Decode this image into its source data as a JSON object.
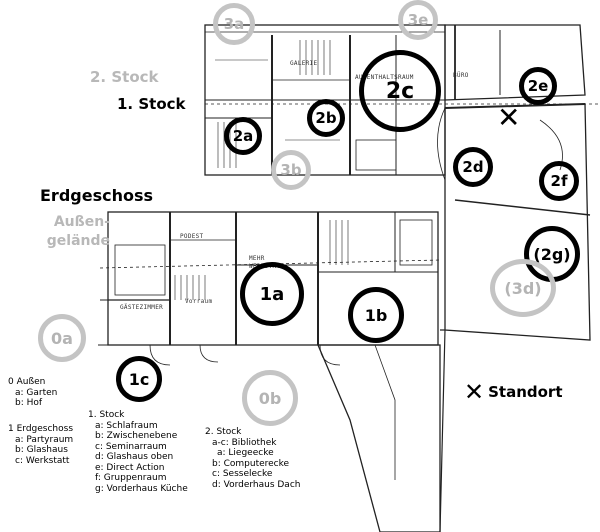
{
  "floor_labels": {
    "second_floor": "2. Stock",
    "first_floor": "1. Stock",
    "ground_floor": "Erdgeschoss",
    "outside_line1": "Außen-",
    "outside_line2": "gelände"
  },
  "markers": {
    "m3a": "3a",
    "m3e": "3e",
    "m2c": "2c",
    "m2e": "2e",
    "m2a": "2a",
    "m2b": "2b",
    "m3b": "3b",
    "m2d": "2d",
    "m2f": "2f",
    "m2g": "(2g)",
    "m3d": "(3d)",
    "m1a": "1a",
    "m1b": "1b",
    "m0a": "0a",
    "m1c": "1c",
    "m0b": "0b"
  },
  "plan_text": {
    "aufenthaltsraum": "AUFENTHALTSRAUM",
    "buero": "BÜRO",
    "podest": "PODEST",
    "werkstatt_a": "MEHR",
    "werkstatt_b": "WERKSTATT",
    "vorraum": "Vorraum",
    "gastezimmer": "GÄSTEZIMMER",
    "galerie": "GALERIE"
  },
  "legend_outside": {
    "title": "0 Außen",
    "items": [
      "a: Garten",
      "b: Hof"
    ]
  },
  "legend_ground": {
    "title": "1 Erdgeschoss",
    "items": [
      "a: Partyraum",
      "b: Glashaus",
      "c: Werkstatt"
    ]
  },
  "legend_first": {
    "title": "1. Stock",
    "items": [
      "a: Schlafraum",
      "b: Zwischenebene",
      "c: Seminarraum",
      "d: Glashaus oben",
      "e: Direct Action",
      "f: Gruppenraum",
      "g: Vorderhaus Küche"
    ]
  },
  "legend_second": {
    "title": "2. Stock",
    "items": [
      "a-c: Bibliothek",
      "a: Liegeecke",
      "b: Computerecke",
      "c: Sesselecke",
      "d: Vorderhaus Dach"
    ]
  },
  "standort": {
    "symbol": "✕",
    "label": "Standort"
  }
}
